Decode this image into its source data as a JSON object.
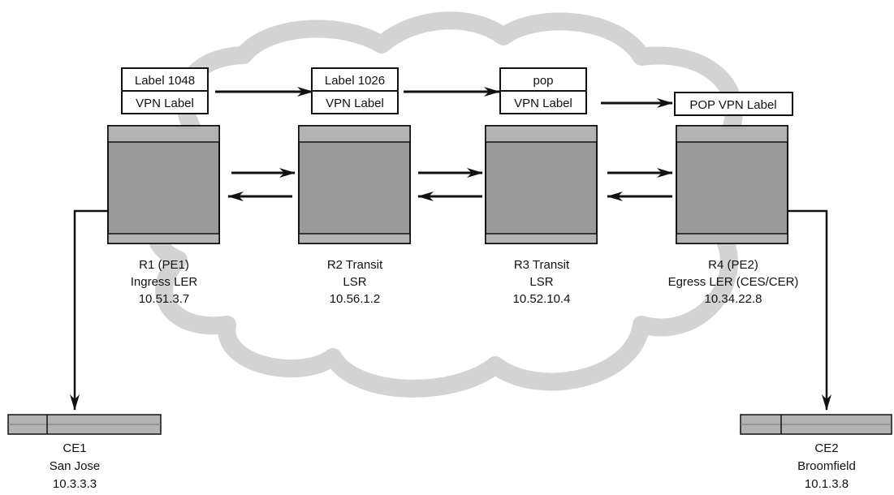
{
  "routers": [
    {
      "labels": [
        "Label 1048",
        "VPN Label"
      ],
      "lines": [
        "R1 (PE1)",
        "Ingress LER",
        "10.51.3.7"
      ]
    },
    {
      "labels": [
        "Label 1026",
        "VPN Label"
      ],
      "lines": [
        "R2 Transit",
        "LSR",
        "10.56.1.2"
      ]
    },
    {
      "labels": [
        "pop",
        "VPN Label"
      ],
      "lines": [
        "R3 Transit",
        "LSR",
        "10.52.10.4"
      ]
    },
    {
      "labels": [
        "POP VPN Label"
      ],
      "lines": [
        "R4 (PE2)",
        "Egress LER (CES/CER)",
        "10.34.22.8"
      ]
    }
  ],
  "customer_edges": [
    {
      "lines": [
        "CE1",
        "San Jose",
        "10.3.3.3"
      ]
    },
    {
      "lines": [
        "CE2",
        "Broomfield",
        "10.1.3.8"
      ]
    }
  ],
  "colors": {
    "cloud": "#d3d3d3",
    "router_fill": "#9a9a9a",
    "router_band": "#b3b3b3",
    "line": "#111111"
  }
}
